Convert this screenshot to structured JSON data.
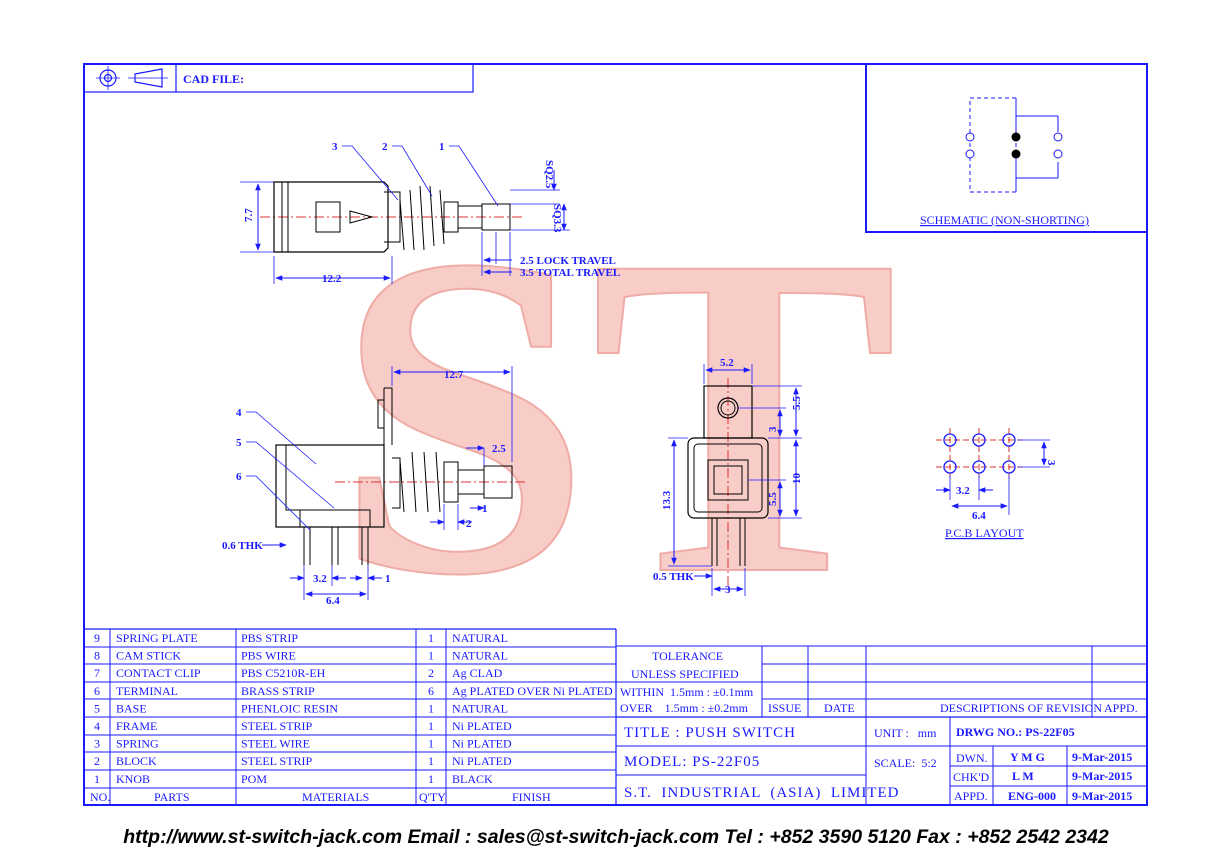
{
  "header": {
    "cad_file_label": "CAD FILE:"
  },
  "watermark": {
    "text": "ST",
    "color": "#f08a80"
  },
  "schematic": {
    "title": "SCHEMATIC (NON-SHORTING)"
  },
  "pcb": {
    "title": "P.C.B LAYOUT",
    "dims": {
      "pitch_x": "3.2",
      "span_x": "6.4",
      "pitch_y": "3"
    }
  },
  "top_view": {
    "callouts": [
      "3",
      "2",
      "1"
    ],
    "dims": {
      "height": "7.7",
      "length": "12.2",
      "sq_a": "SQ2.5",
      "sq_b": "SQ3.3",
      "lock": "2.5 LOCK TRAVEL",
      "total": "3.5 TOTAL TRAVEL"
    }
  },
  "side_view": {
    "callouts": [
      "4",
      "5",
      "6"
    ],
    "dims": {
      "len": "12.7",
      "travel": "2.5",
      "d1": "1",
      "d2": "2",
      "thk": "0.6 THK",
      "pitch": "3.2",
      "pin": "1",
      "span": "6.4"
    }
  },
  "end_view": {
    "dims": {
      "width": "5.2",
      "h_a": "5.5",
      "h_b": "3",
      "h_c": "10",
      "h_d": "5.5",
      "total": "13.3",
      "thk": "0.5 THK",
      "pin": "3"
    }
  },
  "parts_table": {
    "rows": [
      {
        "no": "9",
        "part": "SPRING PLATE",
        "material": "PBS STRIP",
        "qty": "1",
        "finish": "NATURAL"
      },
      {
        "no": "8",
        "part": "CAM STICK",
        "material": "PBS WIRE",
        "qty": "1",
        "finish": "NATURAL"
      },
      {
        "no": "7",
        "part": "CONTACT CLIP",
        "material": "PBS C5210R-EH",
        "qty": "2",
        "finish": "Ag CLAD"
      },
      {
        "no": "6",
        "part": "TERMINAL",
        "material": "BRASS STRIP",
        "qty": "6",
        "finish": "Ag PLATED OVER Ni PLATED"
      },
      {
        "no": "5",
        "part": "BASE",
        "material": "PHENLOIC RESIN",
        "qty": "1",
        "finish": "NATURAL"
      },
      {
        "no": "4",
        "part": "FRAME",
        "material": "STEEL STRIP",
        "qty": "1",
        "finish": "Ni PLATED"
      },
      {
        "no": "3",
        "part": "SPRING",
        "material": "STEEL WIRE",
        "qty": "1",
        "finish": "Ni PLATED"
      },
      {
        "no": "2",
        "part": "BLOCK",
        "material": "STEEL STRIP",
        "qty": "1",
        "finish": "Ni PLATED"
      },
      {
        "no": "1",
        "part": "KNOB",
        "material": "POM",
        "qty": "1",
        "finish": "BLACK"
      }
    ],
    "headers": {
      "no": "NO.",
      "parts": "PARTS",
      "materials": "MATERIALS",
      "qty": "Q'TY",
      "finish": "FINISH"
    }
  },
  "title_block": {
    "tolerance_1": "TOLERANCE",
    "tolerance_2": "UNLESS  SPECIFIED",
    "within": "WITHIN  1.5mm : ±0.1mm",
    "over": "OVER    1.5mm : ±0.2mm",
    "issue": "ISSUE",
    "date": "DATE",
    "desc": "DESCRIPTIONS OF REVISION",
    "appd": "APPD.",
    "title": "TITLE : PUSH SWITCH",
    "unit": "UNIT :   mm",
    "drwg": "DRWG NO.: PS-22F05",
    "model": "MODEL: PS-22F05",
    "scale": "SCALE:  5:2",
    "dwn_label": "DWN.",
    "dwn_name": "Y M G",
    "dwn_date": "9-Mar-2015",
    "chkd_label": "CHK'D",
    "chkd_name": "L M",
    "chkd_date": "9-Mar-2015",
    "appd_label": "APPD.",
    "appd_name": "ENG-000",
    "appd_date": "9-Mar-2015",
    "company": "S.T.  INDUSTRIAL  (ASIA)  LIMITED"
  },
  "footer": {
    "text": "http://www.st-switch-jack.com  Email : sales@st-switch-jack.com  Tel : +852 3590 5120  Fax : +852 2542 2342"
  }
}
